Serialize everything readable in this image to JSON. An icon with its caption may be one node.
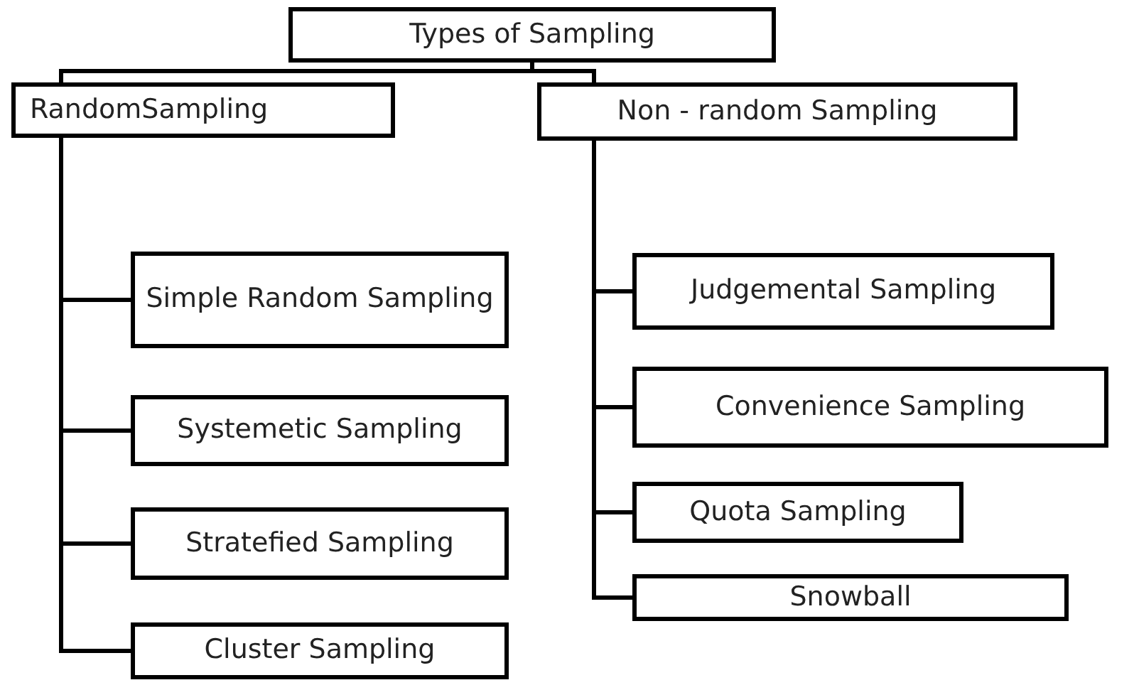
{
  "diagram": {
    "nodes": [
      {
        "text": [
          "Types of Sampling"
        ]
      },
      {
        "text": [
          "RandomSampling"
        ]
      },
      {
        "text": [
          "Non - random Sampling"
        ]
      },
      {
        "text": [
          "Simple Random Sampling"
        ]
      },
      {
        "text": [
          "Systemetic Sampling"
        ]
      },
      {
        "text": [
          "Stratefied Sampling"
        ]
      },
      {
        "text": [
          "Cluster Sampling"
        ]
      },
      {
        "text": [
          "Judgemental Sampling"
        ]
      },
      {
        "text": [
          "Convenience Sampling"
        ]
      },
      {
        "text": [
          "Quota Sampling"
        ]
      },
      {
        "text": [
          "Snowball"
        ]
      }
    ],
    "edges": [
      {
        "from": 0,
        "to": 1,
        "arrow": "none"
      },
      {
        "from": 0,
        "to": 2,
        "arrow": "none"
      },
      {
        "from": 1,
        "to": 3,
        "arrow": "none"
      },
      {
        "from": 1,
        "to": 4,
        "arrow": "none"
      },
      {
        "from": 1,
        "to": 5,
        "arrow": "none"
      },
      {
        "from": 1,
        "to": 6,
        "arrow": "none"
      },
      {
        "from": 2,
        "to": 7,
        "arrow": "none"
      },
      {
        "from": 2,
        "to": 8,
        "arrow": "none"
      },
      {
        "from": 2,
        "to": 9,
        "arrow": "none"
      },
      {
        "from": 2,
        "to": 10,
        "arrow": "none"
      }
    ]
  }
}
